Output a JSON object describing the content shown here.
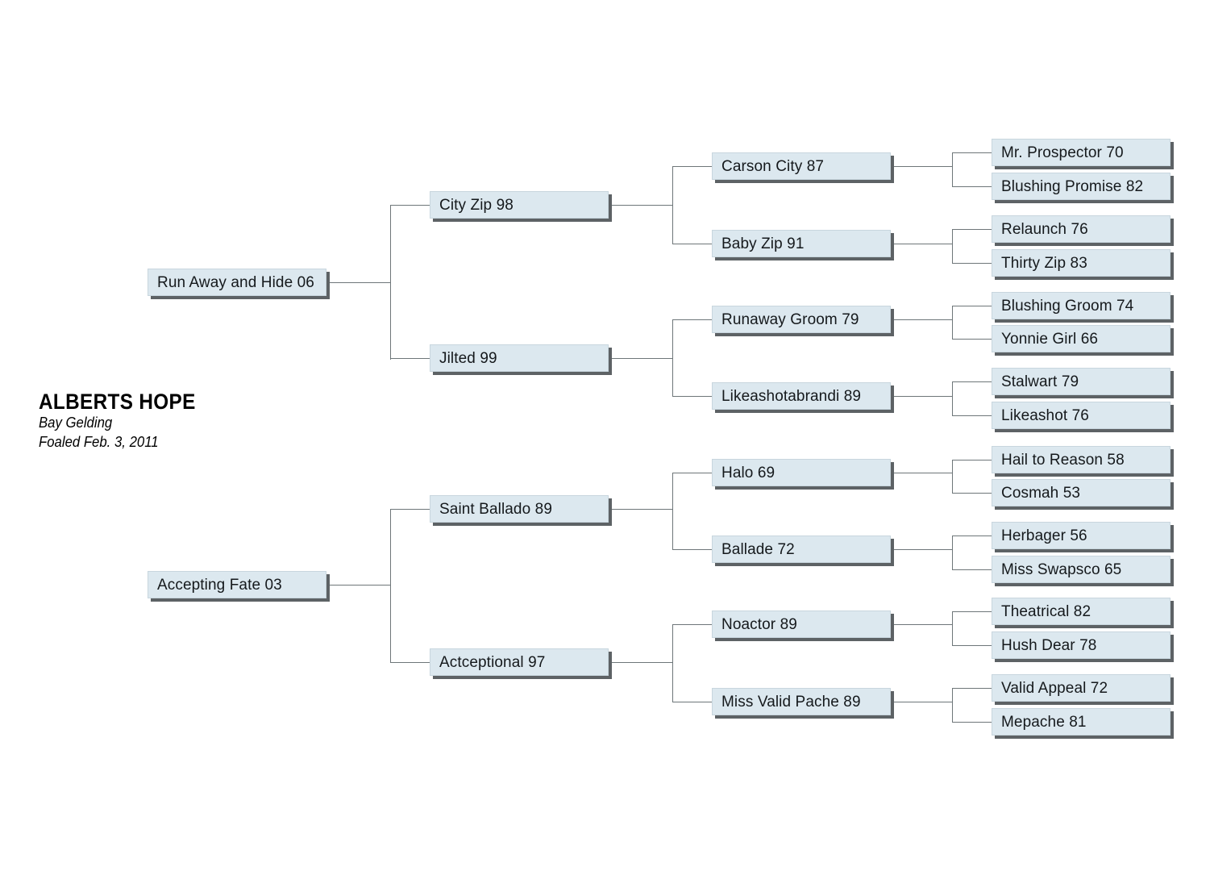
{
  "subject": {
    "name": "ALBERTS HOPE",
    "description": "Bay Gelding",
    "foaled": "Foaled Feb. 3, 2011"
  },
  "colors": {
    "box_fill": "#dce8ef",
    "box_shadow": "#5d6265",
    "line": "#6e7679",
    "text": "#15191c"
  },
  "pedigree": {
    "generation1": [
      {
        "id": "sire",
        "label": "Run Away and Hide 06"
      },
      {
        "id": "dam",
        "label": "Accepting Fate 03"
      }
    ],
    "generation2": [
      {
        "id": "sire-sire",
        "label": "City Zip 98"
      },
      {
        "id": "sire-dam",
        "label": "Jilted 99"
      },
      {
        "id": "dam-sire",
        "label": "Saint Ballado 89"
      },
      {
        "id": "dam-dam",
        "label": "Actceptional 97"
      }
    ],
    "generation3": [
      {
        "id": "ss-sire",
        "label": "Carson City 87"
      },
      {
        "id": "ss-dam",
        "label": "Baby Zip 91"
      },
      {
        "id": "sd-sire",
        "label": "Runaway Groom 79"
      },
      {
        "id": "sd-dam",
        "label": "Likeashotabrandi 89"
      },
      {
        "id": "ds-sire",
        "label": "Halo 69"
      },
      {
        "id": "ds-dam",
        "label": "Ballade 72"
      },
      {
        "id": "dd-sire",
        "label": "Noactor 89"
      },
      {
        "id": "dd-dam",
        "label": "Miss Valid Pache 89"
      }
    ],
    "generation4": [
      {
        "id": "sss-sire",
        "label": "Mr. Prospector 70"
      },
      {
        "id": "sss-dam",
        "label": "Blushing Promise 82"
      },
      {
        "id": "ssd-sire",
        "label": "Relaunch 76"
      },
      {
        "id": "ssd-dam",
        "label": "Thirty Zip 83"
      },
      {
        "id": "sds-sire",
        "label": "Blushing Groom 74"
      },
      {
        "id": "sds-dam",
        "label": "Yonnie Girl 66"
      },
      {
        "id": "sdd-sire",
        "label": "Stalwart 79"
      },
      {
        "id": "sdd-dam",
        "label": "Likeashot 76"
      },
      {
        "id": "dss-sire",
        "label": "Hail to Reason 58"
      },
      {
        "id": "dss-dam",
        "label": "Cosmah 53"
      },
      {
        "id": "dsd-sire",
        "label": "Herbager 56"
      },
      {
        "id": "dsd-dam",
        "label": "Miss Swapsco 65"
      },
      {
        "id": "dds-sire",
        "label": "Theatrical 82"
      },
      {
        "id": "dds-dam",
        "label": "Hush Dear 78"
      },
      {
        "id": "ddd-sire",
        "label": "Valid Appeal 72"
      },
      {
        "id": "ddd-dam",
        "label": "Mepache 81"
      }
    ]
  }
}
